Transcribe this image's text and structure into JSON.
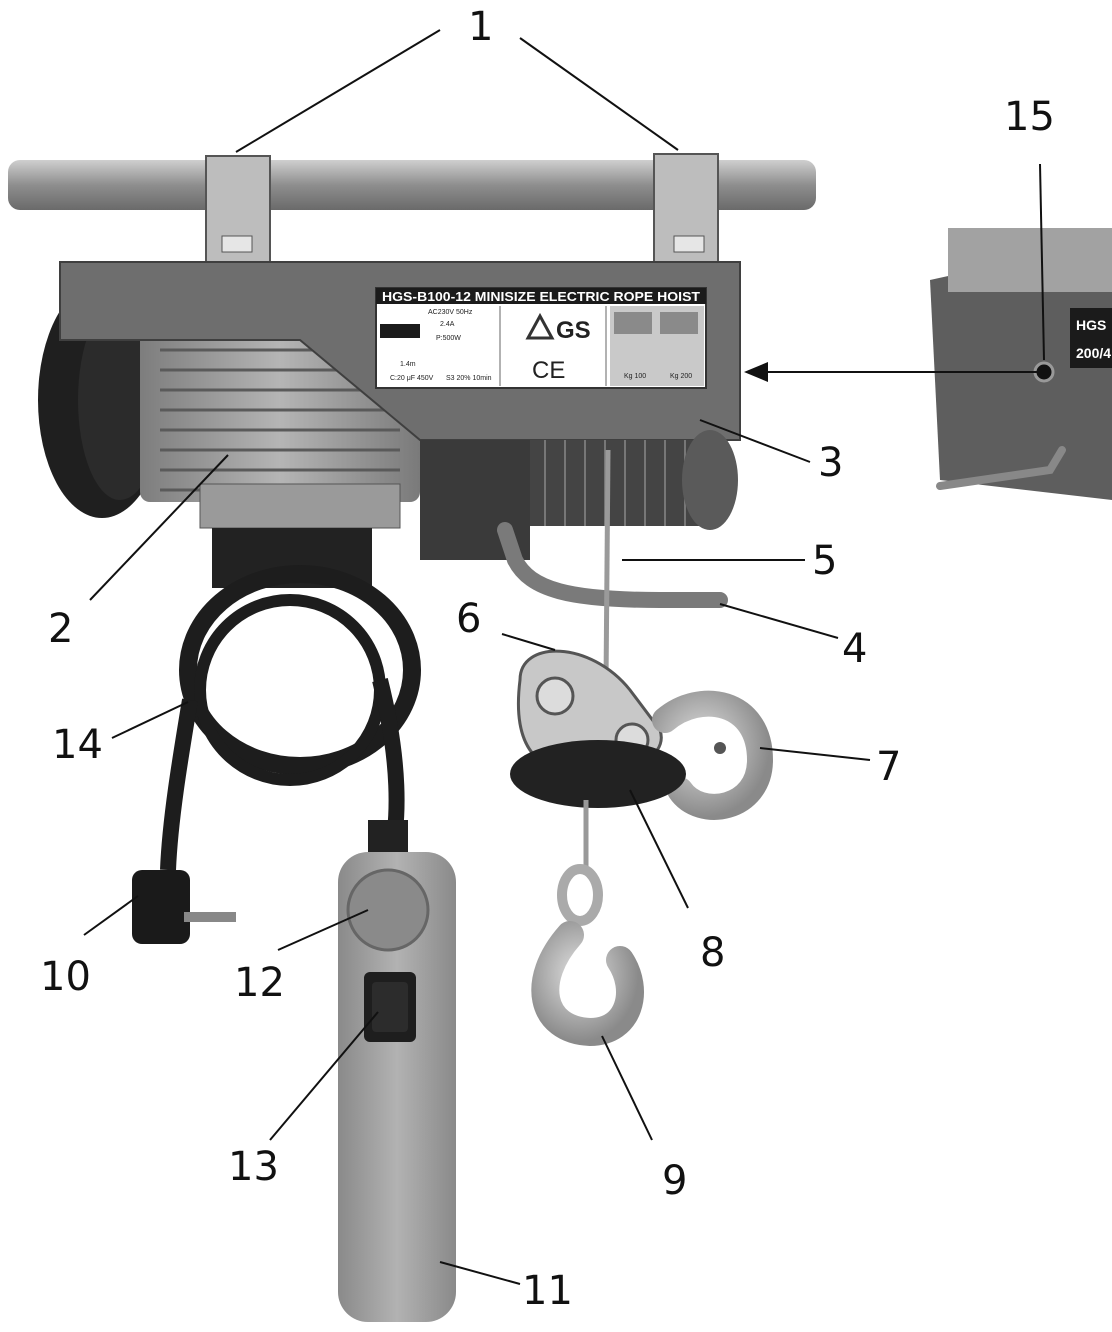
{
  "nameplate": {
    "title": "HGS-B100-12 MINISIZE ELECTRIC ROPE HOIST",
    "spec_voltage": "AC230V 50Hz",
    "spec_current": "2.4A",
    "spec_power": "P:500W",
    "spec_capacitor": "C:20 μF 450V",
    "spec_insulation": "S3 20% 10min",
    "spec_rope": "1.4m",
    "cert_gs": "GS",
    "cert_ce": "CE",
    "load_single": "Kg 100",
    "load_double": "Kg 200"
  },
  "callouts": {
    "c1": "1",
    "c2": "2",
    "c3": "3",
    "c4": "4",
    "c5": "5",
    "c6": "6",
    "c7": "7",
    "c8": "8",
    "c9": "9",
    "c10": "10",
    "c11": "11",
    "c12": "12",
    "c13": "13",
    "c14": "14",
    "c15": "15"
  },
  "inset": {
    "plate_text_1": "HGS",
    "plate_text_2": "200/4"
  },
  "colors": {
    "body": "#6e6e6e",
    "body_dark": "#4a4a4a",
    "metal": "#a9a9a9",
    "handle": "#9a9a9a",
    "cable": "#1d1d1d",
    "line": "#111111"
  }
}
